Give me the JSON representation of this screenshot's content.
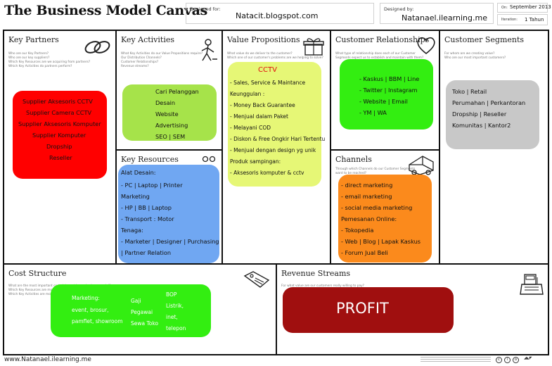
{
  "header": {
    "title": "The Business Model Canvas",
    "designed_for_label": "Designed for:",
    "designed_for_value": "Natacit.blogspot.com",
    "designed_by_label": "Designed by:",
    "designed_by_value": "Natanael.ilearning.me",
    "on_label": "On:",
    "on_value": "September 2013",
    "iteration_label": "Iteration:",
    "iteration_value": "1 Tahun"
  },
  "blocks": {
    "key_partners": {
      "title": "Key Partners",
      "questions": [
        "Who are our Key Partners?",
        "Who are our key suppliers?",
        "Which Key Resources are we acquiring from partners?",
        "Which Key Activities do partners perform?"
      ],
      "note_color": "#ff0000",
      "items": [
        "Supplier Aksesoris CCTV",
        "Supplier Camera CCTV",
        "Supplier Aksesoris Komputer",
        "Supplier Komputer",
        "Dropship",
        "Reseller"
      ]
    },
    "key_activities": {
      "title": "Key Activities",
      "questions": [
        "What Key Activities do our Value Propositions require?",
        "Our Distribution Channels?",
        "Customer Relationships?",
        "Revenue streams?"
      ],
      "note_color": "#a6e34a",
      "items": [
        "Cari Pelanggan",
        "Desain",
        "Website",
        "Advertising",
        "SEO | SEM"
      ]
    },
    "key_resources": {
      "title": "Key Resources",
      "note_color": "#70a7f2",
      "items": [
        "Alat Desain:",
        "- PC | Laptop | Printer",
        "Marketing",
        "- HP | BB | Laptop",
        "- Transport : Motor",
        "Tenaga:",
        "- Marketer | Designer | Purchasing",
        "| Partner Relation"
      ]
    },
    "value_propositions": {
      "title": "Value Propositions",
      "questions": [
        "What value do we deliver to the customer?",
        "Which one of our customer's problems are we helping to solve?"
      ],
      "note_color": "#e6f776",
      "heading": "CCTV",
      "items": [
        "- Sales, Service & Maintance",
        "Keunggulan :",
        "- Money Back Guarantee",
        "- Menjual dalam Paket",
        "- Melayani COD",
        "- Diskon & Free Ongkir Hari Tertentu",
        "- Menjual dengan design yg unik",
        "Produk sampingan:",
        "- Aksesoris komputer & cctv"
      ]
    },
    "customer_relationships": {
      "title": "Customer Relationships",
      "questions": [
        "What type of relationship does each of our Customer",
        "Segments expect us to establish and maintain with them?"
      ],
      "note_color": "#33ee11",
      "items": [
        "- Kaskus | BBM | Line",
        "- Twitter | Instagram",
        "- Website | Email",
        "- YM | WA"
      ]
    },
    "channels": {
      "title": "Channels",
      "questions": [
        "Through which Channels do our Customer Segments",
        "want to be reached?"
      ],
      "note_color": "#fb8a1c",
      "items": [
        "- direct marketing",
        "- email marketing",
        "- social media marketing",
        "Pemesanan Online:",
        "- Tokopedia",
        "- Web | Blog | Lapak Kaskus",
        "- Forum Jual Beli"
      ]
    },
    "customer_segments": {
      "title": "Customer Segments",
      "questions": [
        "For whom are we creating value?",
        "Who are our most important customers?"
      ],
      "note_color": "#c8c8c8",
      "items": [
        "Toko | Retail",
        "Perumahan | Perkantoran",
        "Dropship | Reseller",
        "Komunitas | Kantor2"
      ]
    },
    "cost_structure": {
      "title": "Cost Structure",
      "questions": [
        "What are the most important costs inherent in our business model?",
        "Which Key Resources are most expensive?",
        "Which Key Activities are most expensive?"
      ],
      "note_color": "#33ee11",
      "col1": [
        "Marketing:",
        "event, brosur,",
        "pamflet, showroom"
      ],
      "col2": [
        "Gaji",
        "Pegawai",
        "Sewa Toko"
      ],
      "col3": [
        "BOP",
        "Listrik,",
        "inet,",
        "telepon"
      ]
    },
    "revenue_streams": {
      "title": "Revenue Streams",
      "questions": [
        "For what value are our customers really willing to pay?"
      ],
      "note_color": "#a00f0f",
      "text": "PROFIT"
    }
  },
  "footer": {
    "site": "www.Natanael.ilearning.me"
  },
  "icons": [
    "chain-link-icon",
    "worker-icon",
    "gift-icon",
    "heart-icon",
    "people-icon",
    "truck-icon",
    "price-tag-icon",
    "cash-register-icon"
  ]
}
